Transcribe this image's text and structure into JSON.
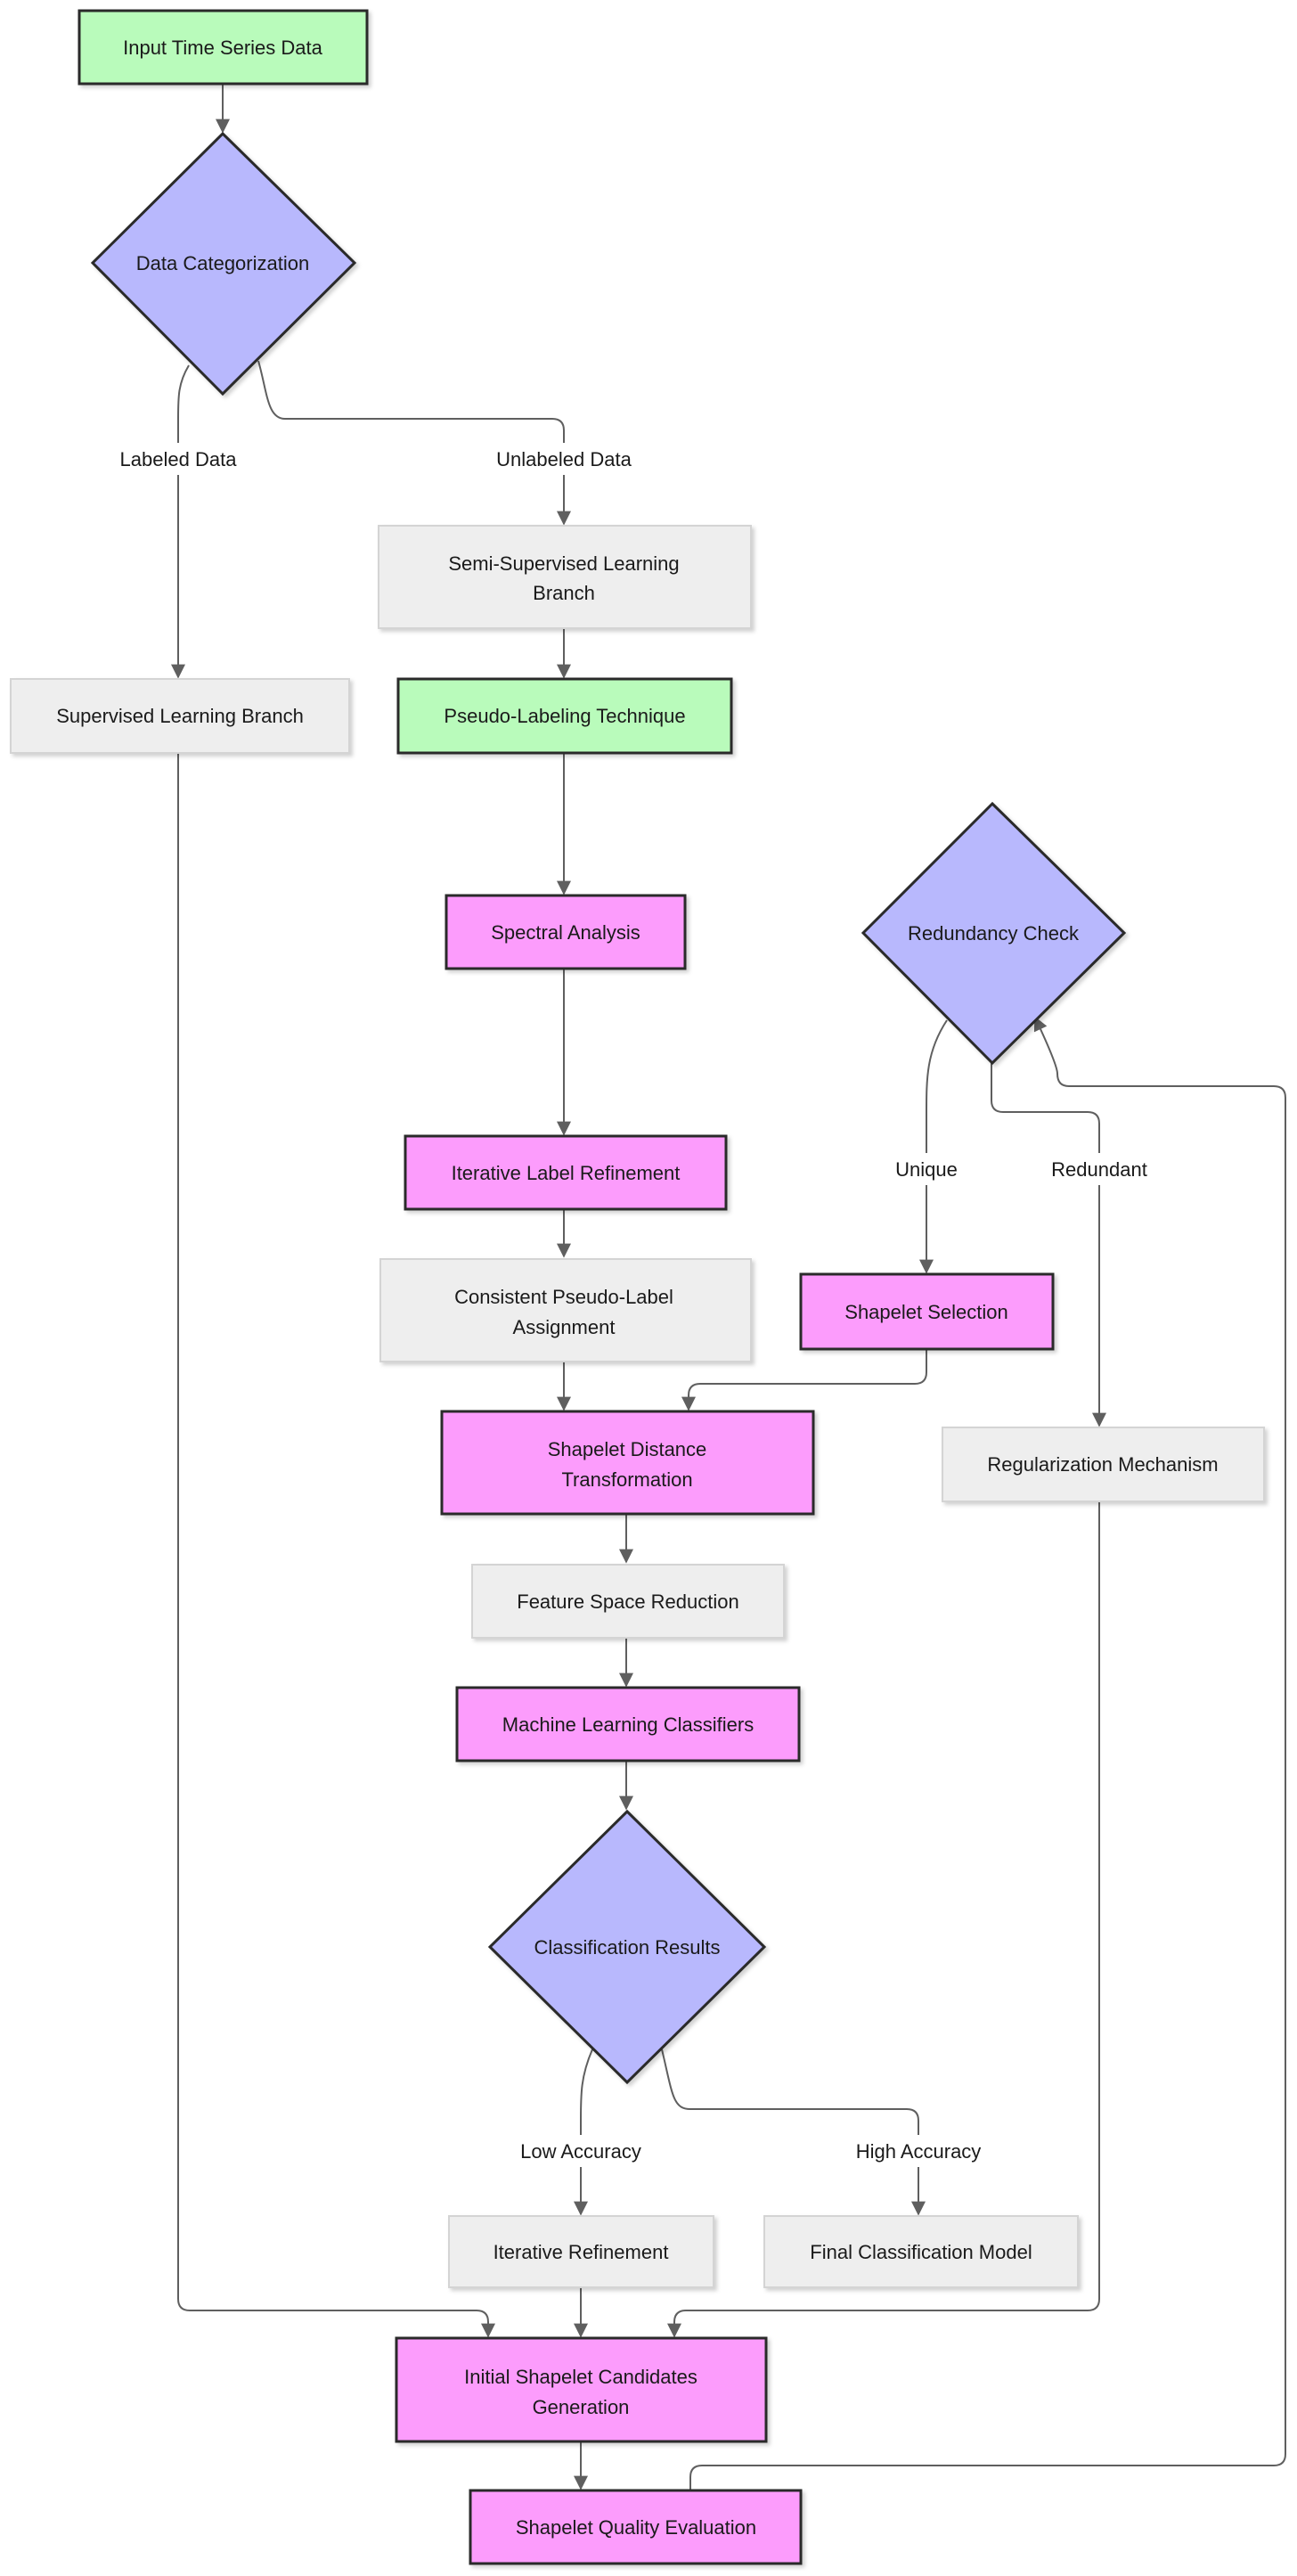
{
  "colors": {
    "green_fill": "#b9fbbb",
    "blue_fill": "#b8b8fd",
    "pink_fill": "#fc9cfc",
    "gray_fill": "#eeeeee",
    "dark_stroke": "#2b2b2b",
    "gray_stroke": "#d4d4d4",
    "edge": "#5f5f5f"
  },
  "nodes": {
    "input": "Input Time Series Data",
    "data_categorization": "Data Categorization",
    "semi_supervised": [
      "Semi-Supervised Learning",
      "Branch"
    ],
    "supervised": "Supervised Learning Branch",
    "pseudo_labeling": "Pseudo-Labeling Technique",
    "spectral": "Spectral Analysis",
    "redundancy_check": "Redundancy Check",
    "iterative_label": "Iterative Label Refinement",
    "consistent_pseudo": [
      "Consistent Pseudo-Label",
      "Assignment"
    ],
    "shapelet_selection": "Shapelet Selection",
    "shapelet_distance": [
      "Shapelet Distance",
      "Transformation"
    ],
    "regularization": "Regularization Mechanism",
    "feature_space": "Feature Space Reduction",
    "ml_classifiers": "Machine Learning Classifiers",
    "classification_results": "Classification Results",
    "iterative_refinement": "Iterative Refinement",
    "final_model": "Final Classification Model",
    "initial_candidates": [
      "Initial Shapelet Candidates",
      "Generation"
    ],
    "quality_eval": "Shapelet Quality Evaluation"
  },
  "edge_labels": {
    "labeled": "Labeled Data",
    "unlabeled": "Unlabeled Data",
    "unique": "Unique",
    "redundant": "Redundant",
    "low_accuracy": "Low Accuracy",
    "high_accuracy": "High Accuracy"
  }
}
